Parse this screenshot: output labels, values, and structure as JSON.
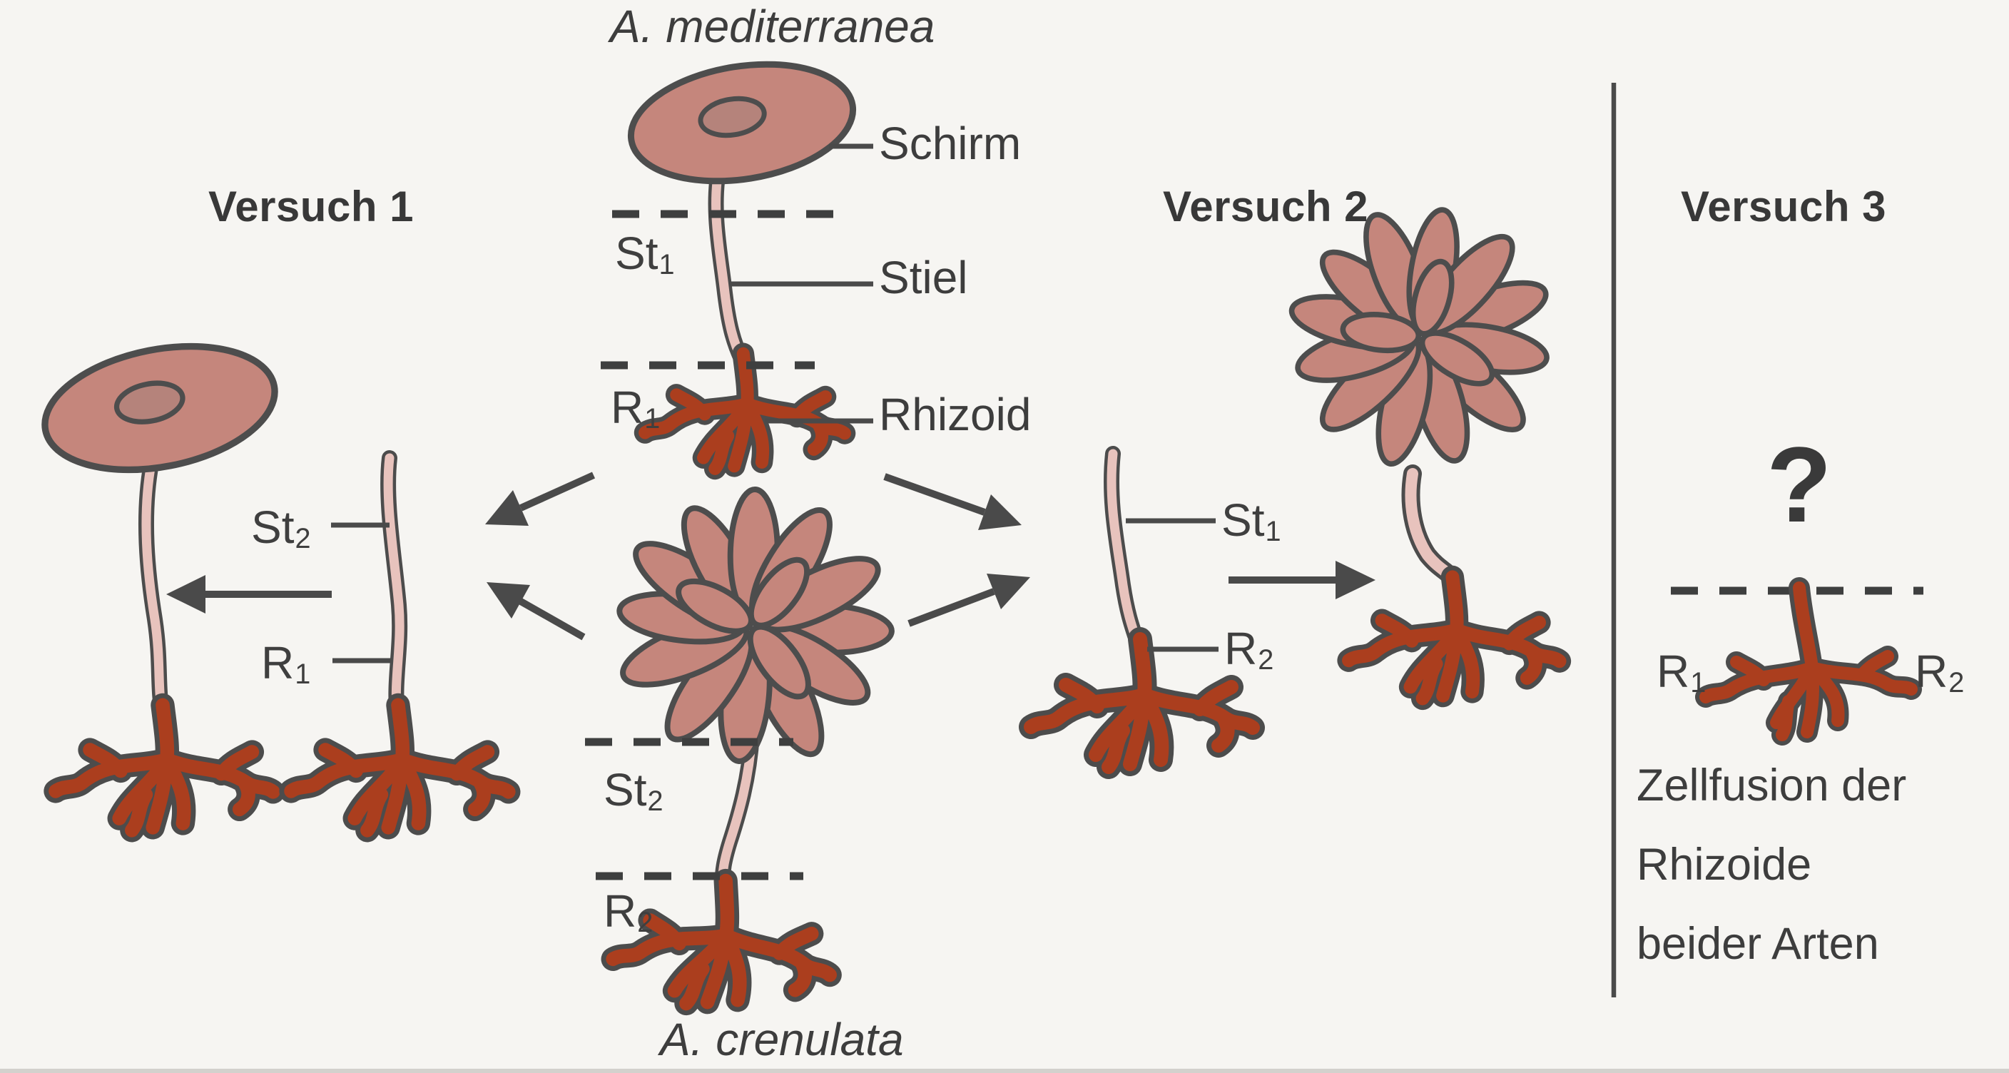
{
  "diagram_title": "Acetabularia grafting experiments",
  "labels": {
    "species_top": "A. mediterranea",
    "species_bottom": "A. crenulata",
    "schirm": "Schirm",
    "stiel": "Stiel",
    "rhizoid": "Rhizoid",
    "question_mark": "?"
  },
  "parts": {
    "st1": {
      "base": "St",
      "sub": "1"
    },
    "st2": {
      "base": "St",
      "sub": "2"
    },
    "r1": {
      "base": "R",
      "sub": "1"
    },
    "r2": {
      "base": "R",
      "sub": "2"
    }
  },
  "experiments": {
    "v1": {
      "title": "Versuch 1"
    },
    "v2": {
      "title": "Versuch 2"
    },
    "v3": {
      "title": "Versuch 3",
      "caption_lines": [
        "Zellfusion der",
        "Rhizoide",
        "beider Arten"
      ]
    }
  },
  "colors": {
    "background": "#f6f5f2",
    "outline": "#4c4c4c",
    "cap_fill": "#c5867c",
    "cap_core_fill": "#b5837b",
    "stalk_fill": "#e8c3bd",
    "rhizoid_fill": "#ab3e1e",
    "text": "#3b3b3b",
    "cut_line": "#3e3f3f"
  }
}
